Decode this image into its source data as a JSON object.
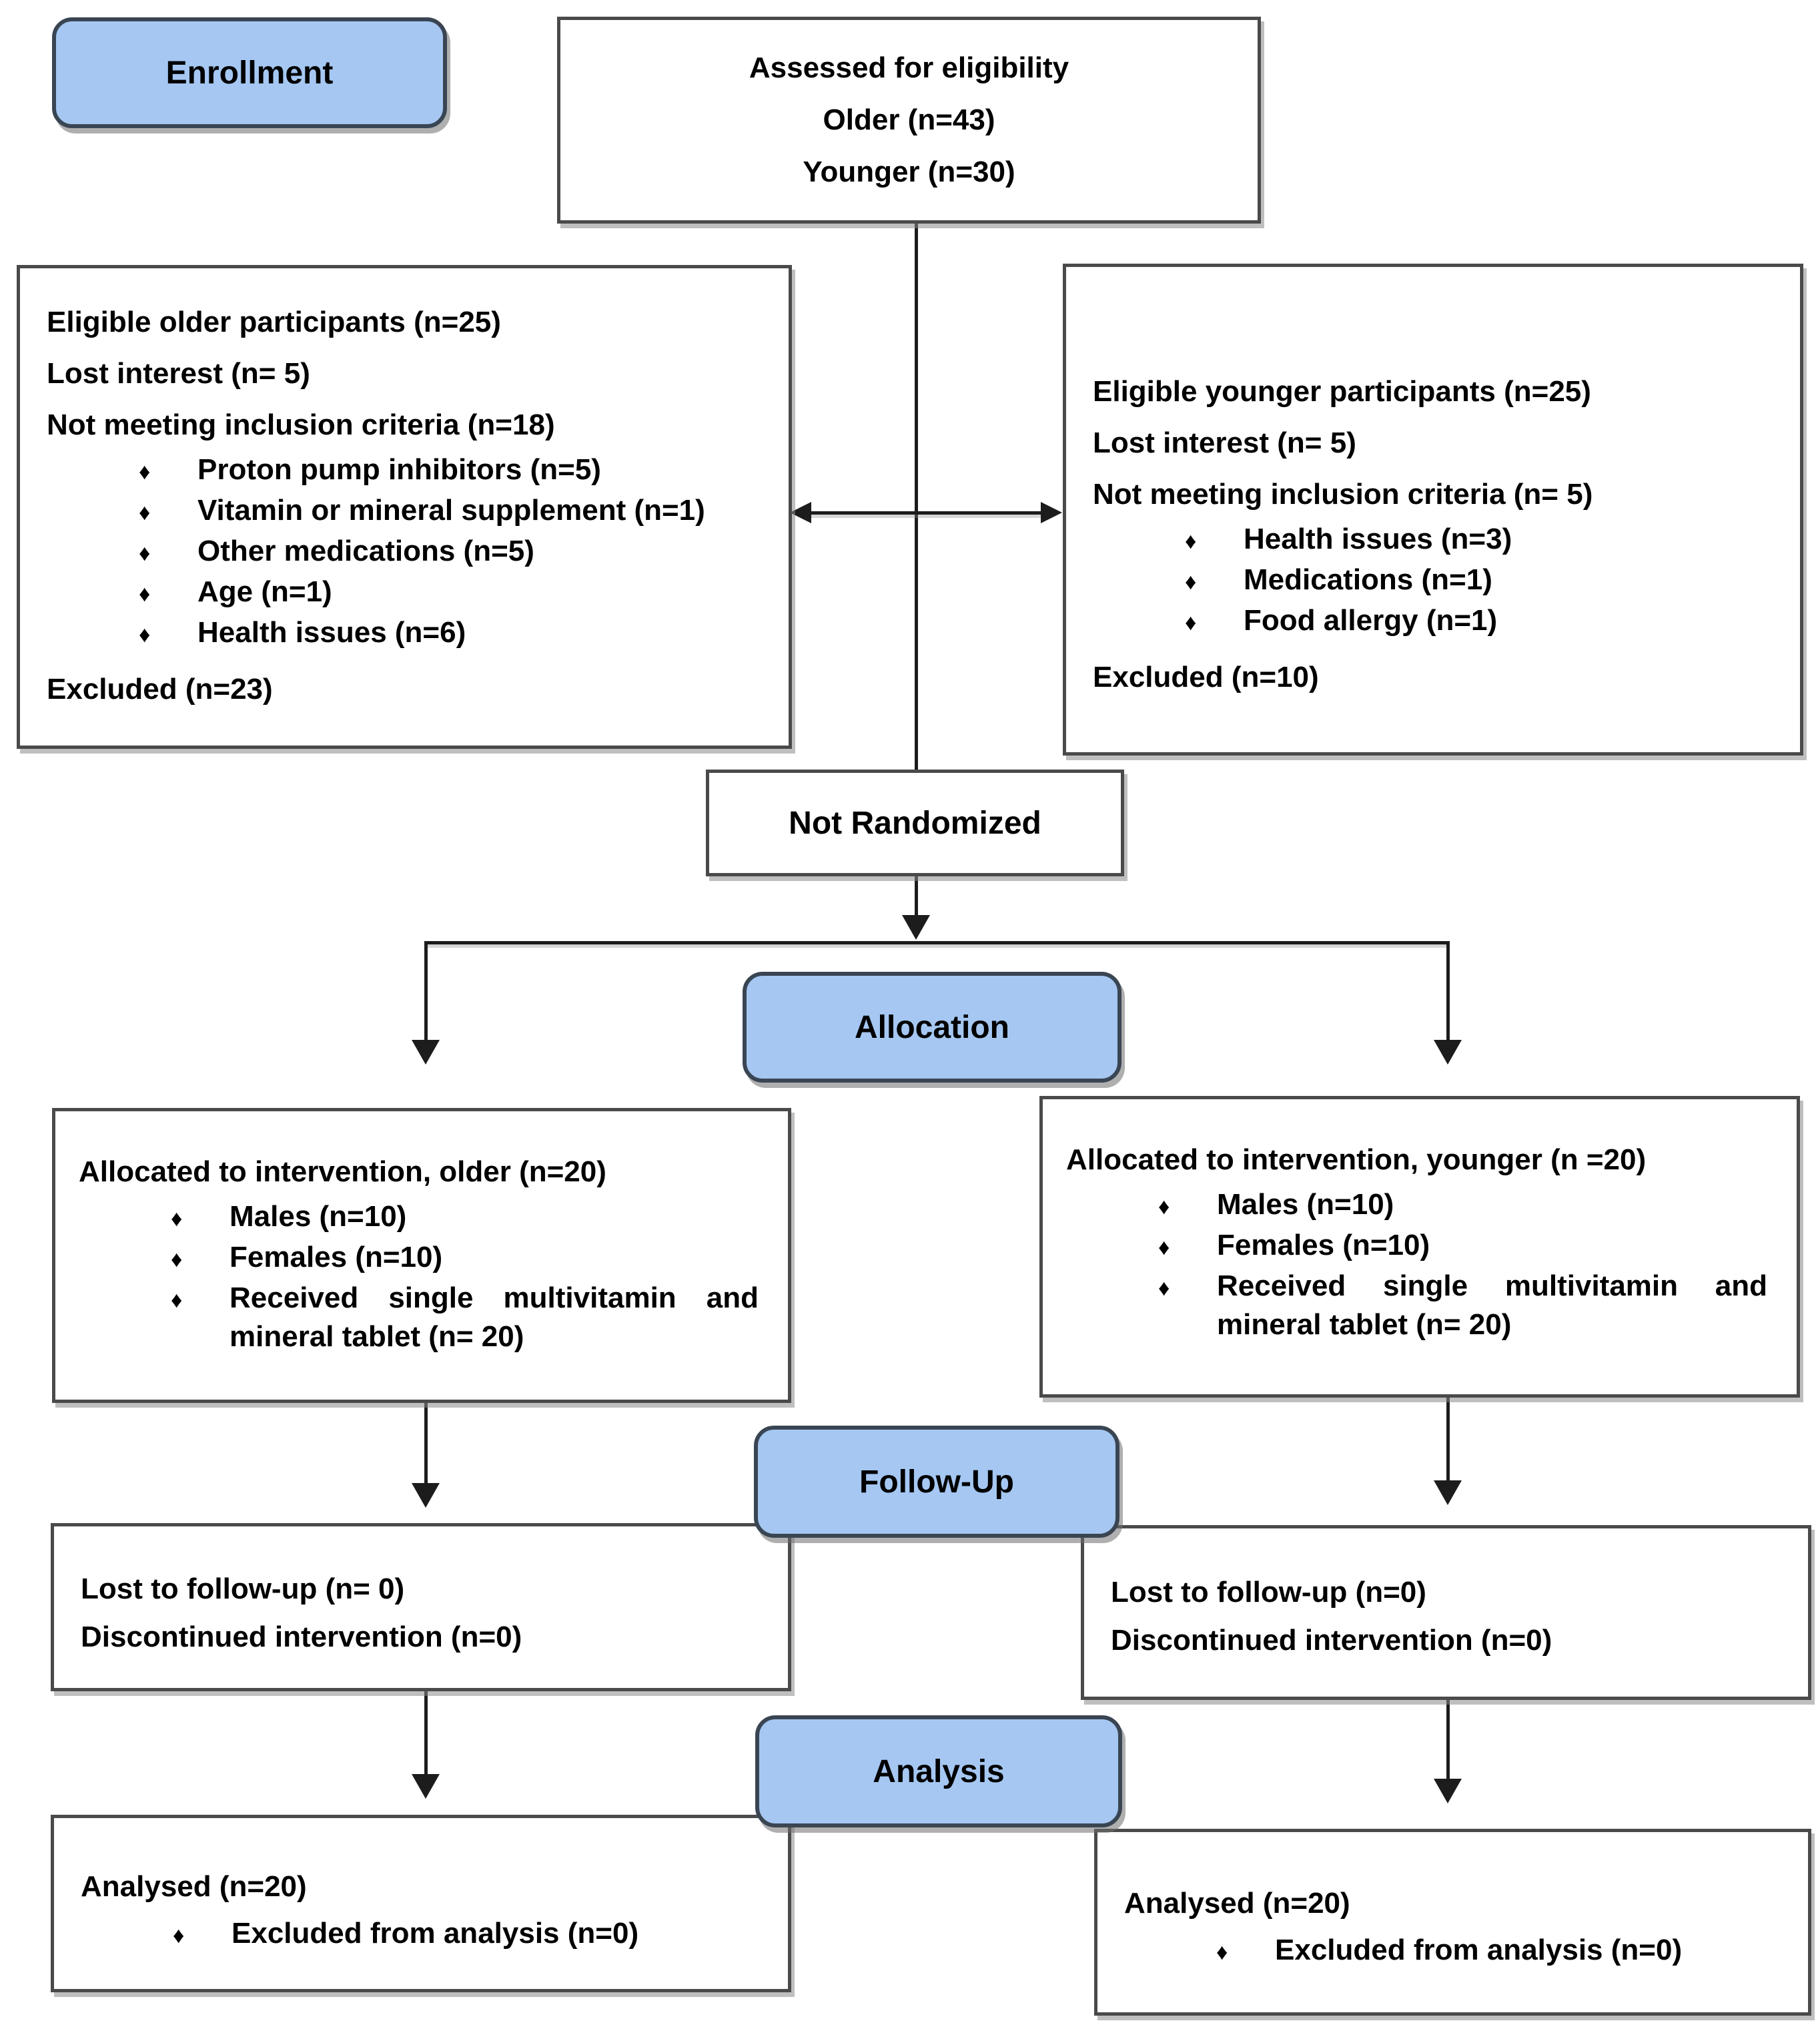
{
  "colors": {
    "banner-fill": "#a5c7f2",
    "banner-border": "#3a4553",
    "box-border": "#4a4a4a",
    "line": "#1c1c1c",
    "text": "#000000",
    "shadow": "#8a8a8a"
  },
  "glyphs": {
    "bullet": "♦"
  },
  "banners": {
    "enrollment": "Enrollment",
    "allocation": "Allocation",
    "followup": "Follow-Up",
    "analysis": "Analysis"
  },
  "assessed": {
    "lines": [
      "Assessed for eligibility",
      "Older (n=43)",
      "Younger (n=30)"
    ]
  },
  "not_randomized": {
    "label": "Not Randomized"
  },
  "excluded_older": {
    "lines": [
      "Eligible older participants (n=25)",
      "Lost interest (n= 5)",
      "Not meeting inclusion criteria (n=18)"
    ],
    "bullets": [
      "Proton pump inhibitors (n=5)",
      "Vitamin or mineral supplement (n=1)",
      "Other medications (n=5)",
      "Age (n=1)",
      "Health issues (n=6)"
    ],
    "footer": "Excluded (n=23)"
  },
  "excluded_younger": {
    "lines": [
      "Eligible younger participants (n=25)",
      "Lost interest (n= 5)",
      "Not meeting inclusion criteria (n= 5)"
    ],
    "bullets": [
      "Health issues (n=3)",
      "Medications (n=1)",
      "Food allergy (n=1)"
    ],
    "footer": "Excluded (n=10)"
  },
  "allocated_older": {
    "title": "Allocated to intervention, older (n=20)",
    "bullets": [
      "Males (n=10)",
      "Females (n=10)",
      "Received single multivitamin and mineral tablet (n= 20)"
    ]
  },
  "allocated_younger": {
    "title": "Allocated to intervention, younger (n =20)",
    "bullets": [
      "Males (n=10)",
      "Females (n=10)",
      "Received single multivitamin and mineral tablet (n= 20)"
    ]
  },
  "followup_older": {
    "lines": [
      "Lost to follow-up (n= 0)",
      "Discontinued intervention (n=0)"
    ]
  },
  "followup_younger": {
    "lines": [
      "Lost to follow-up (n=0)",
      "Discontinued intervention (n=0)"
    ]
  },
  "analysis_older": {
    "title": "Analysed (n=20)",
    "bullets": [
      "Excluded from analysis (n=0)"
    ]
  },
  "analysis_younger": {
    "title": "Analysed (n=20)",
    "bullets": [
      "Excluded from analysis (n=0)"
    ]
  }
}
